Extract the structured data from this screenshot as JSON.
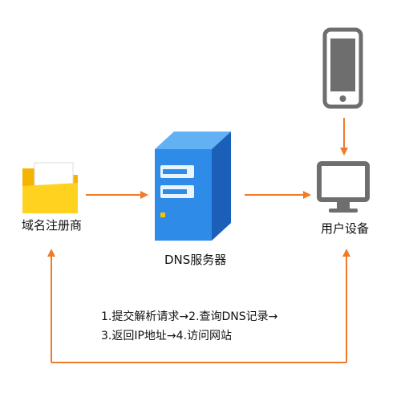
{
  "nodes": {
    "registrar": {
      "label": "域名注册商",
      "icon": "folder-icon"
    },
    "dns_server": {
      "label": "DNS服务器",
      "icon": "server-icon"
    },
    "user_device": {
      "label": "用户设备",
      "icon": "monitor-icon"
    },
    "phone": {
      "icon": "phone-icon"
    }
  },
  "steps": {
    "line1": "1.提交解析请求→2.查询DNS记录→",
    "line2": "3.返回IP地址→4.访问网站"
  },
  "colors": {
    "arrow": "#F07A2A",
    "folder_front": "#FFD21F",
    "folder_back": "#F5B400",
    "server_front": "#2F8BE8",
    "server_side": "#1C5FB8",
    "server_top": "#63B1F5",
    "device_gray": "#6E6E6E"
  }
}
